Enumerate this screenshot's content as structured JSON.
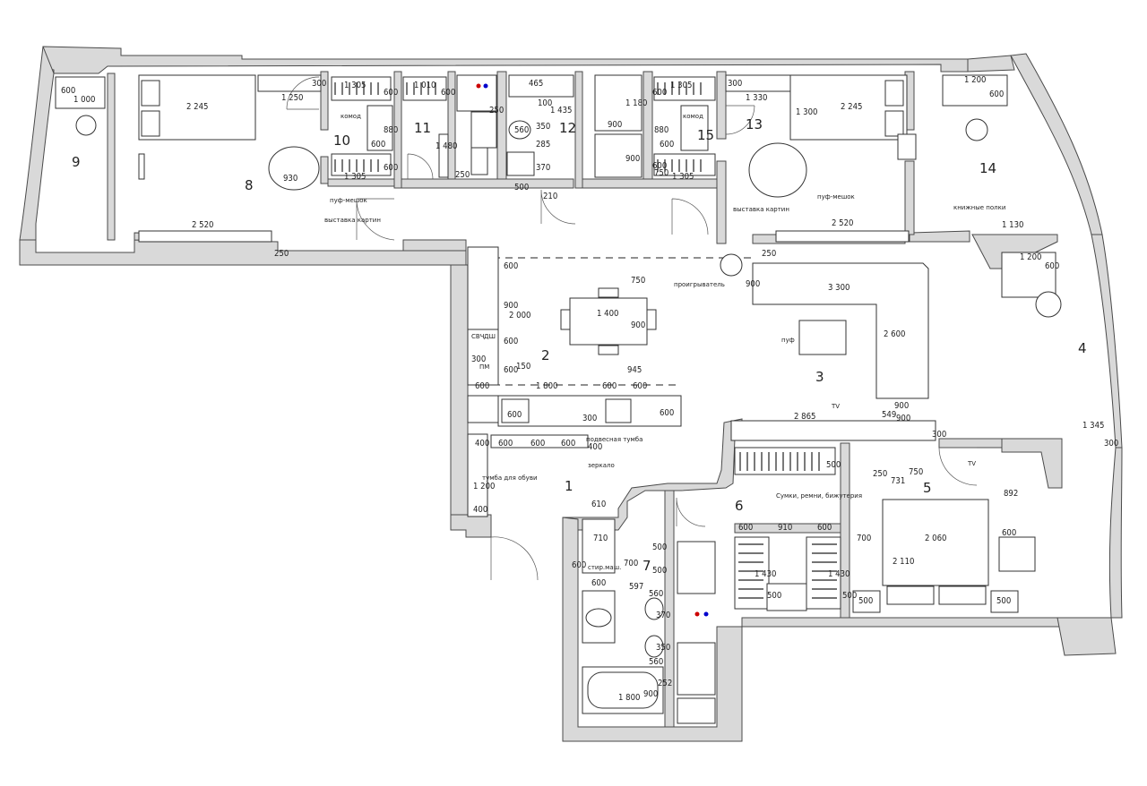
{
  "rooms": [
    {
      "num": "1"
    },
    {
      "num": "2"
    },
    {
      "num": "3"
    },
    {
      "num": "4"
    },
    {
      "num": "5"
    },
    {
      "num": "6"
    },
    {
      "num": "7"
    },
    {
      "num": "8"
    },
    {
      "num": "9"
    },
    {
      "num": "10"
    },
    {
      "num": "11"
    },
    {
      "num": "12"
    },
    {
      "num": "13"
    },
    {
      "num": "14"
    },
    {
      "num": "15"
    }
  ],
  "labels": {
    "komod_a": "комод",
    "komod_b": "комод",
    "puf_meshok_a": "пуф-мешок",
    "puf_meshok_b": "пуф-мешок",
    "vystavka_a": "выставка картин",
    "vystavka_b": "выставка картин",
    "knizhnye_polki": "книжные полки",
    "proigryvatel": "проигрыватель",
    "puf": "пуф",
    "svch": "СВЧ",
    "dsh": "ДШ",
    "pm": "ПМ",
    "podvesnaya_tumba": "подвесная тумба",
    "zerkalo": "зеркало",
    "tumba_obuvi": "тумба для обуви",
    "sumki": "Сумки, ремни, бижутерия",
    "tv_a": "TV",
    "tv_b": "TV",
    "stir_mash": "стир.маш."
  },
  "dims": {
    "d_600_9": "600",
    "d_1000": "1 000",
    "d_2245_a": "2 245",
    "d_1250": "1 250",
    "d_300_a": "300",
    "d_1305_a": "1 305",
    "d_600_a": "600",
    "d_880_a": "880",
    "d_600_b": "600",
    "d_1305_b": "1 305",
    "d_600_c": "600",
    "d_1010": "1 010",
    "d_600_d": "600",
    "d_1480": "1 480",
    "d_250_a": "250",
    "d_250_b": "250",
    "d_560_a": "560",
    "d_500_a": "500",
    "d_210": "210",
    "d_465": "465",
    "d_1435": "1 435",
    "d_100": "100",
    "d_370": "370",
    "d_285": "285",
    "d_350": "350",
    "d_900_a": "900",
    "d_1180": "1 180",
    "d_900_b": "900",
    "d_1305_c": "1 305",
    "d_600_e": "600",
    "d_880_b": "880",
    "d_600_f": "600",
    "d_750": "750",
    "d_1305_d": "1 305",
    "d_600_g": "600",
    "d_300_b": "300",
    "d_1330": "1 330",
    "d_1300": "1 300",
    "d_2245_b": "2 245",
    "d_1200_a": "1 200",
    "d_600_h": "600",
    "d_930": "930",
    "d_2520_a": "2 520",
    "d_250_c": "250",
    "d_2520_b": "2 520",
    "d_250_d": "250",
    "d_1130": "1 130",
    "d_600_i": "600",
    "d_750_b": "750",
    "d_900_c": "900",
    "d_2000": "2 000",
    "d_1400": "1 400",
    "d_900_d": "900",
    "d_600_j": "600",
    "d_300_c": "300",
    "d_600_k": "600",
    "d_150": "150",
    "d_945": "945",
    "d_600_l": "600",
    "d_1800_a": "1 800",
    "d_600_m": "600",
    "d_600_n": "600",
    "d_600_o": "600",
    "d_300_d": "300",
    "d_600_p": "600",
    "d_900_e": "900",
    "d_3300": "3 300",
    "d_2600": "2 600",
    "d_1200_b": "1 200",
    "d_600_q": "600",
    "d_2865": "2 865",
    "d_549": "549",
    "d_900_f": "900",
    "d_900_g": "900",
    "d_300_e": "300",
    "d_1345": "1 345",
    "d_300_f": "300",
    "d_400_a": "400",
    "d_600_r": "600",
    "d_600_s": "600",
    "d_600_t": "600",
    "d_400_b": "400",
    "d_1200_c": "1 200",
    "d_400_c": "400",
    "d_500_b": "500",
    "d_250_e": "250",
    "d_750_c": "750",
    "d_731": "731",
    "d_892": "892",
    "d_610": "610",
    "d_710": "710",
    "d_600_u": "600",
    "d_700_a": "700",
    "d_600_v": "600",
    "d_597": "597",
    "d_500_c": "500",
    "d_500_d": "500",
    "d_560_b": "560",
    "d_370_b": "370",
    "d_350_b": "350",
    "d_560_c": "560",
    "d_252": "252",
    "d_900_h": "900",
    "d_1800_b": "1 800",
    "d_600_w": "600",
    "d_910": "910",
    "d_600_x": "600",
    "d_1430_a": "1 430",
    "d_1430_b": "1 430",
    "d_500_e": "500",
    "d_500_f": "500",
    "d_700_b": "700",
    "d_2060": "2 060",
    "d_2110": "2 110",
    "d_500_g": "500",
    "d_500_h": "500",
    "d_600_y": "600"
  }
}
